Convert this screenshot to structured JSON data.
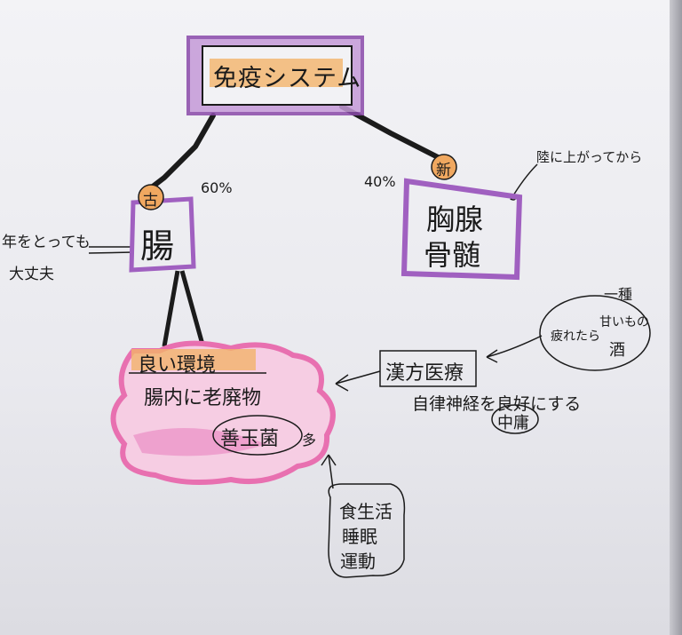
{
  "root": {
    "label": "免疫システム"
  },
  "left_branch": {
    "badge": "古",
    "percent": "60%",
    "organ": "腸",
    "side_note_line1": "年をとっても",
    "side_note_line2": "大丈夫"
  },
  "right_branch": {
    "badge": "新",
    "percent": "40%",
    "organ_line1": "胸腺",
    "organ_line2": "骨髄",
    "note": "陸に上がってから"
  },
  "environment": {
    "title": "良い環境",
    "line1": "腸内に老廃物",
    "circled": "善玉菌",
    "suffix": "多"
  },
  "lifestyle": {
    "line1": "食生活",
    "line2": "睡眠",
    "line3": "運動"
  },
  "kampo": {
    "label": "漢方医療",
    "effect": "自律神経を良好にする",
    "circled": "中庸"
  },
  "tired_bubble": {
    "left": "疲れたら",
    "right_line1": "甘いもの",
    "right_line2": "酒",
    "above": "一種"
  },
  "colors": {
    "purple": "#a060c0",
    "orange": "#f0a860",
    "pink": "#e870b0",
    "ink": "#1b1b1b"
  }
}
